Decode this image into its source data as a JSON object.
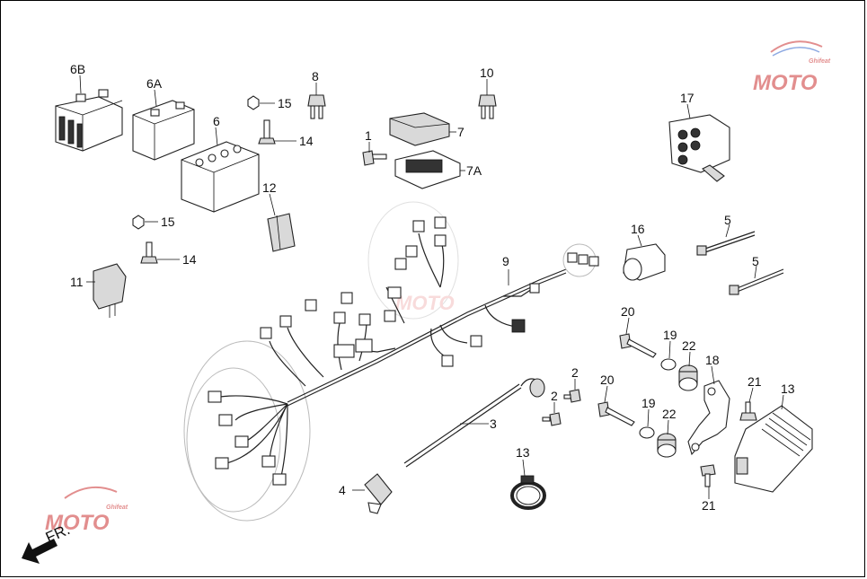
{
  "diagram": {
    "labels": {
      "p6B": "6B",
      "p6A": "6A",
      "p6": "6",
      "p8": "8",
      "p15a": "15",
      "p14a": "14",
      "p10": "10",
      "p17": "17",
      "p1": "1",
      "p7": "7",
      "p7A": "7A",
      "p12": "12",
      "p15b": "15",
      "p14b": "14",
      "p11": "11",
      "p16": "16",
      "p5a": "5",
      "p5b": "5",
      "p9": "9",
      "p20a": "20",
      "p19a": "19",
      "p22a": "22",
      "p18": "18",
      "p20b": "20",
      "p19b": "19",
      "p22b": "22",
      "p21a": "21",
      "p13a": "13",
      "p2a": "2",
      "p2b": "2",
      "p3": "3",
      "p13b": "13",
      "p21b": "21",
      "p4": "4"
    },
    "front_marker": "FR.",
    "watermark": {
      "brand": "MOTO",
      "sub": "Ghifeat"
    }
  }
}
